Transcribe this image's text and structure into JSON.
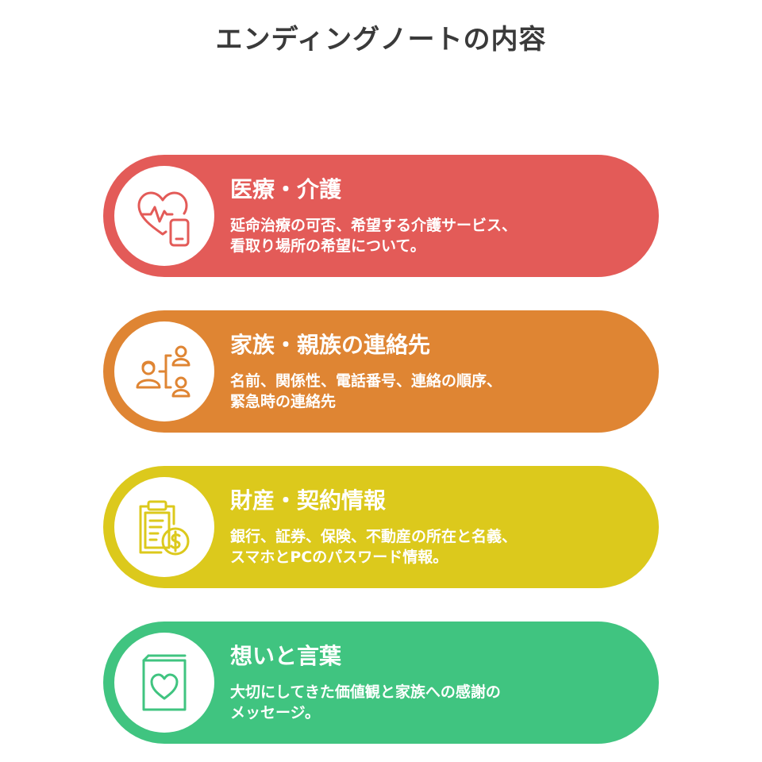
{
  "title": "エンディングノートの内容",
  "colors": {
    "red": "#E35B58",
    "orange": "#DF8533",
    "yellow": "#DCC91C",
    "green": "#40C480",
    "title_text": "#3A3A3A"
  },
  "cards": [
    {
      "title": "医療・介護",
      "lines": [
        "延命治療の可否、希望する介護サービス、",
        "看取り場所の希望について。"
      ],
      "icon": "heart-pulse-phone-icon"
    },
    {
      "title": "家族・親族の連絡先",
      "lines": [
        "名前、関係性、電話番号、連絡の順序、",
        "緊急時の連絡先"
      ],
      "icon": "family-contacts-icon"
    },
    {
      "title": "財産・契約情報",
      "lines": [
        "銀行、証券、保険、不動産の所在と名義、",
        "スマホとPCのパスワード情報。"
      ],
      "icon": "clipboard-dollar-icon"
    },
    {
      "title": "想いと言葉",
      "lines": [
        "大切にしてきた価値観と家族への感謝の",
        "メッセージ。"
      ],
      "icon": "heart-book-icon"
    }
  ]
}
